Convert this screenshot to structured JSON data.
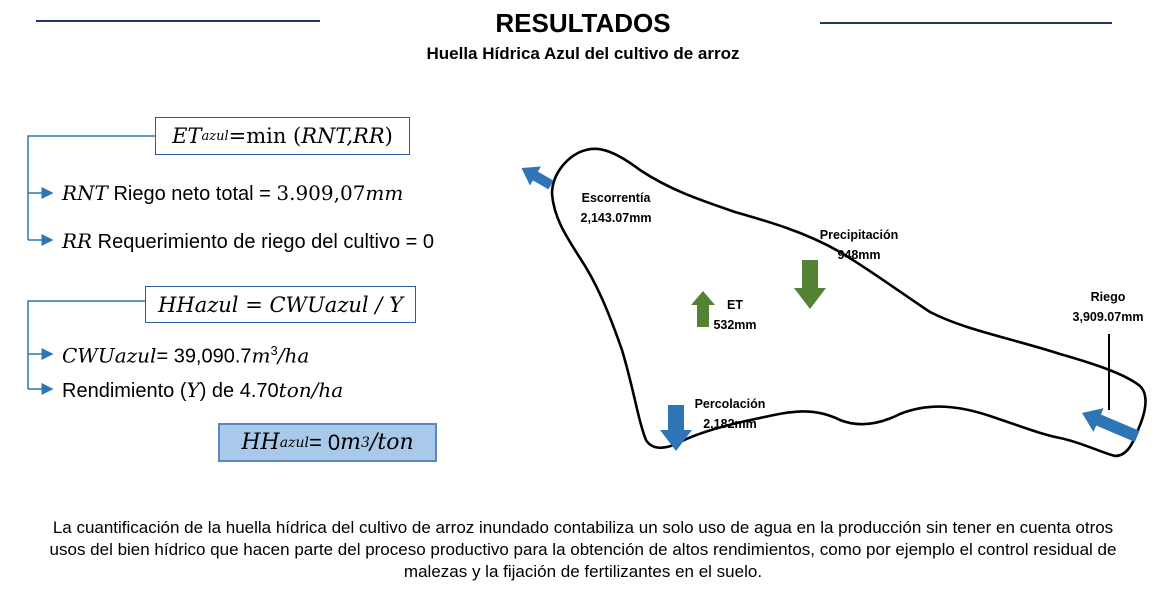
{
  "header": {
    "title": "RESULTADOS",
    "subtitle": "Huella Hídrica Azul del cultivo de arroz"
  },
  "formula1": {
    "et": "ET",
    "et_sub": "azul",
    "rest_plain": "=min (",
    "args": "RNT,RR",
    "close": ")"
  },
  "items1": [
    {
      "symbol": "RNT",
      "text": " Riego neto total = ",
      "value": "3.909,07",
      "unit": "mm"
    },
    {
      "symbol": "RR",
      "text": " Requerimiento de riego del cultivo = 0"
    }
  ],
  "formula2": {
    "text": "HHazul = CWUazul / Y"
  },
  "items2": [
    {
      "symbol": "CWUazul",
      "text": "= 39,090.7",
      "unit": "m",
      "exp": "3",
      "per": "/ha"
    },
    {
      "text_a": "Rendimiento (",
      "symbol": "Y",
      "text_b": ") de 4.70",
      "unit": "ton/ha"
    }
  ],
  "result": {
    "hh": "HH",
    "sub": "azul",
    "eq": "= 0 ",
    "unit": "m",
    "unit_sub": "3",
    "per": "/ton"
  },
  "diagram": {
    "escorrentia": {
      "name": "Escorrentía",
      "value": "2,143.07mm"
    },
    "precipitacion": {
      "name": "Precipitación",
      "value": "948mm"
    },
    "et": {
      "name": "ET",
      "value": "532mm"
    },
    "riego": {
      "name": "Riego",
      "value": "3,909.07mm"
    },
    "percolacion": {
      "name": "Percolación",
      "value": "2,182mm"
    },
    "colors": {
      "blue": "#2e75b6",
      "green": "#548235"
    }
  },
  "caption": "La cuantificación de la huella hídrica del cultivo de arroz inundado contabiliza un solo uso de agua en la producción sin tener en cuenta otros usos del bien hídrico que hacen parte del proceso productivo para la obtención de altos rendimientos, como por ejemplo el control residual de malezas y la fijación de fertilizantes en el suelo."
}
